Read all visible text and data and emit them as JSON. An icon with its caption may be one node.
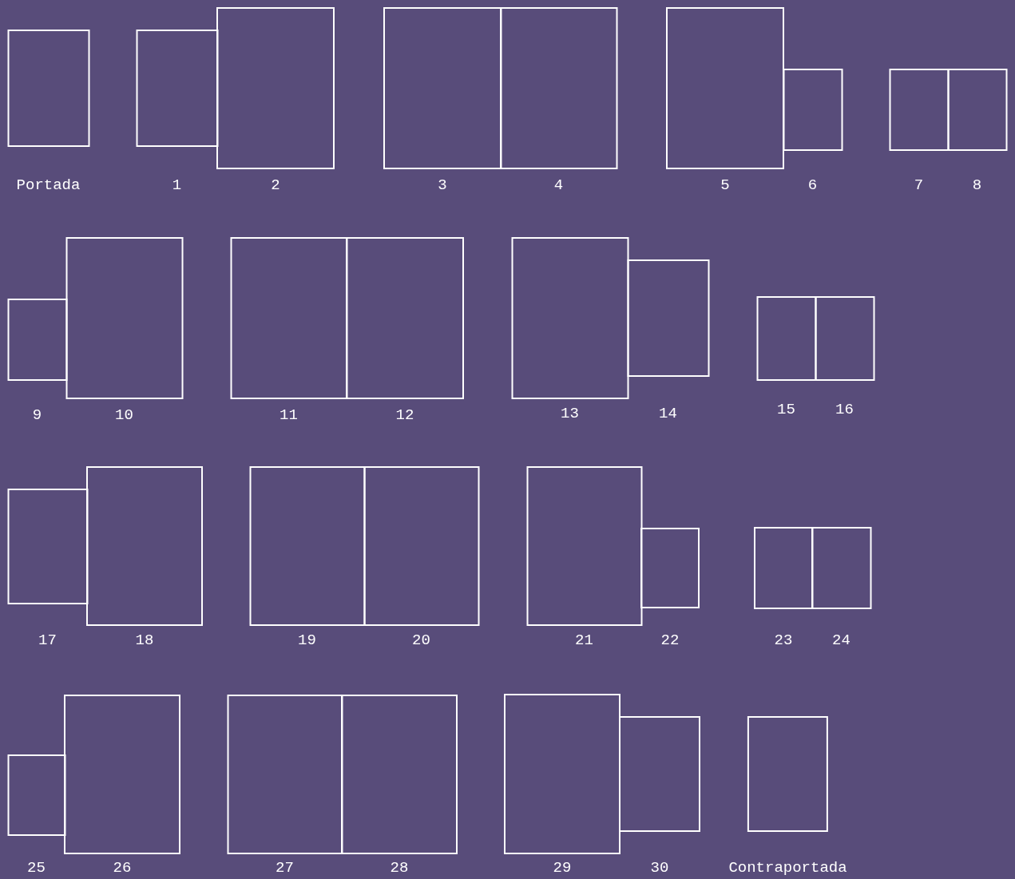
{
  "diagram": {
    "nodes": [
      {
        "text": [
          "Portada"
        ]
      },
      {
        "text": [
          "1"
        ]
      },
      {
        "text": [
          "2"
        ]
      },
      {
        "text": [
          "3"
        ]
      },
      {
        "text": [
          "4"
        ]
      },
      {
        "text": [
          "5"
        ]
      },
      {
        "text": [
          "6"
        ]
      },
      {
        "text": [
          "7"
        ]
      },
      {
        "text": [
          "8"
        ]
      },
      {
        "text": [
          "9"
        ]
      },
      {
        "text": [
          "10"
        ]
      },
      {
        "text": [
          "11"
        ]
      },
      {
        "text": [
          "12"
        ]
      },
      {
        "text": [
          "13"
        ]
      },
      {
        "text": [
          "14"
        ]
      },
      {
        "text": [
          "15"
        ]
      },
      {
        "text": [
          "16"
        ]
      },
      {
        "text": [
          "17"
        ]
      },
      {
        "text": [
          "18"
        ]
      },
      {
        "text": [
          "19"
        ]
      },
      {
        "text": [
          "20"
        ]
      },
      {
        "text": [
          "21"
        ]
      },
      {
        "text": [
          "22"
        ]
      },
      {
        "text": [
          "23"
        ]
      },
      {
        "text": [
          "24"
        ]
      },
      {
        "text": [
          "25"
        ]
      },
      {
        "text": [
          "26"
        ]
      },
      {
        "text": [
          "27"
        ]
      },
      {
        "text": [
          "28"
        ]
      },
      {
        "text": [
          "29"
        ]
      },
      {
        "text": [
          "30"
        ]
      },
      {
        "text": [
          "Contraportada"
        ]
      }
    ],
    "edges": []
  }
}
